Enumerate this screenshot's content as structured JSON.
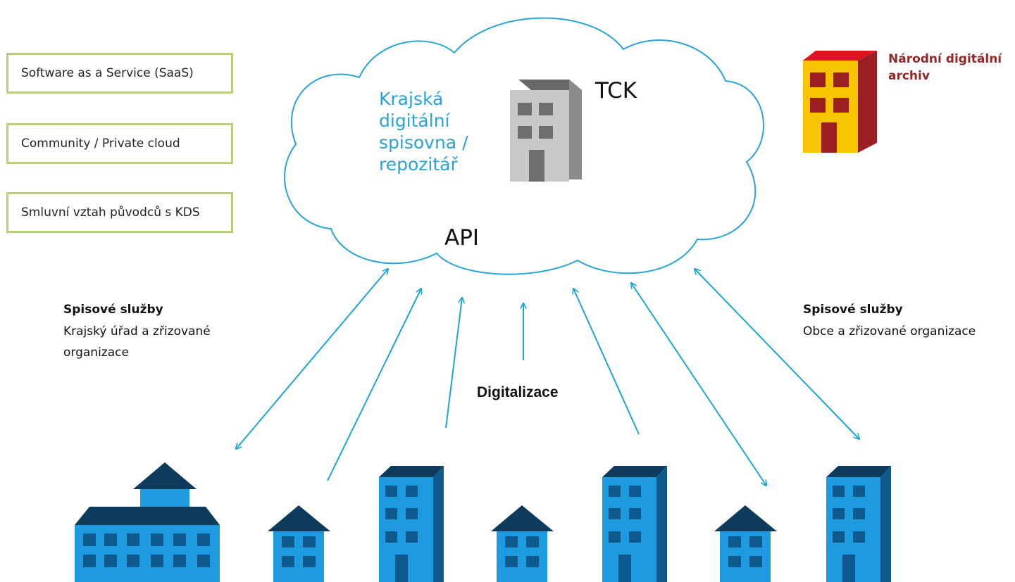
{
  "side_boxes": [
    {
      "label": "Software as a Service (SaaS)"
    },
    {
      "label": "Community / Private cloud"
    },
    {
      "label": "Smluvní vztah původců s KDS"
    }
  ],
  "cloud": {
    "title": "Krajská digitální spisovna / repozitář",
    "tck": "TCK",
    "api": "API"
  },
  "national_archive": {
    "label": "Národní digitální archiv"
  },
  "left_group": {
    "heading": "Spisové služby",
    "sub": "Krajský úřad a zřizované organizace"
  },
  "right_group": {
    "heading": "Spisové služby",
    "sub": "Obce a zřizované organizace"
  },
  "digitization": {
    "label": "Digitalizace"
  },
  "colors": {
    "cloud_stroke": "#2aa3d6",
    "arrow": "#1ba6d6",
    "box_border": "#bcd07a",
    "building_blue": "#1e9be0",
    "building_dark": "#0e3a5c",
    "archive_red": "#e0141e",
    "archive_yellow": "#f7c400",
    "archive_text": "#8e2a2a",
    "tck_gray": "#c8c8c8"
  }
}
